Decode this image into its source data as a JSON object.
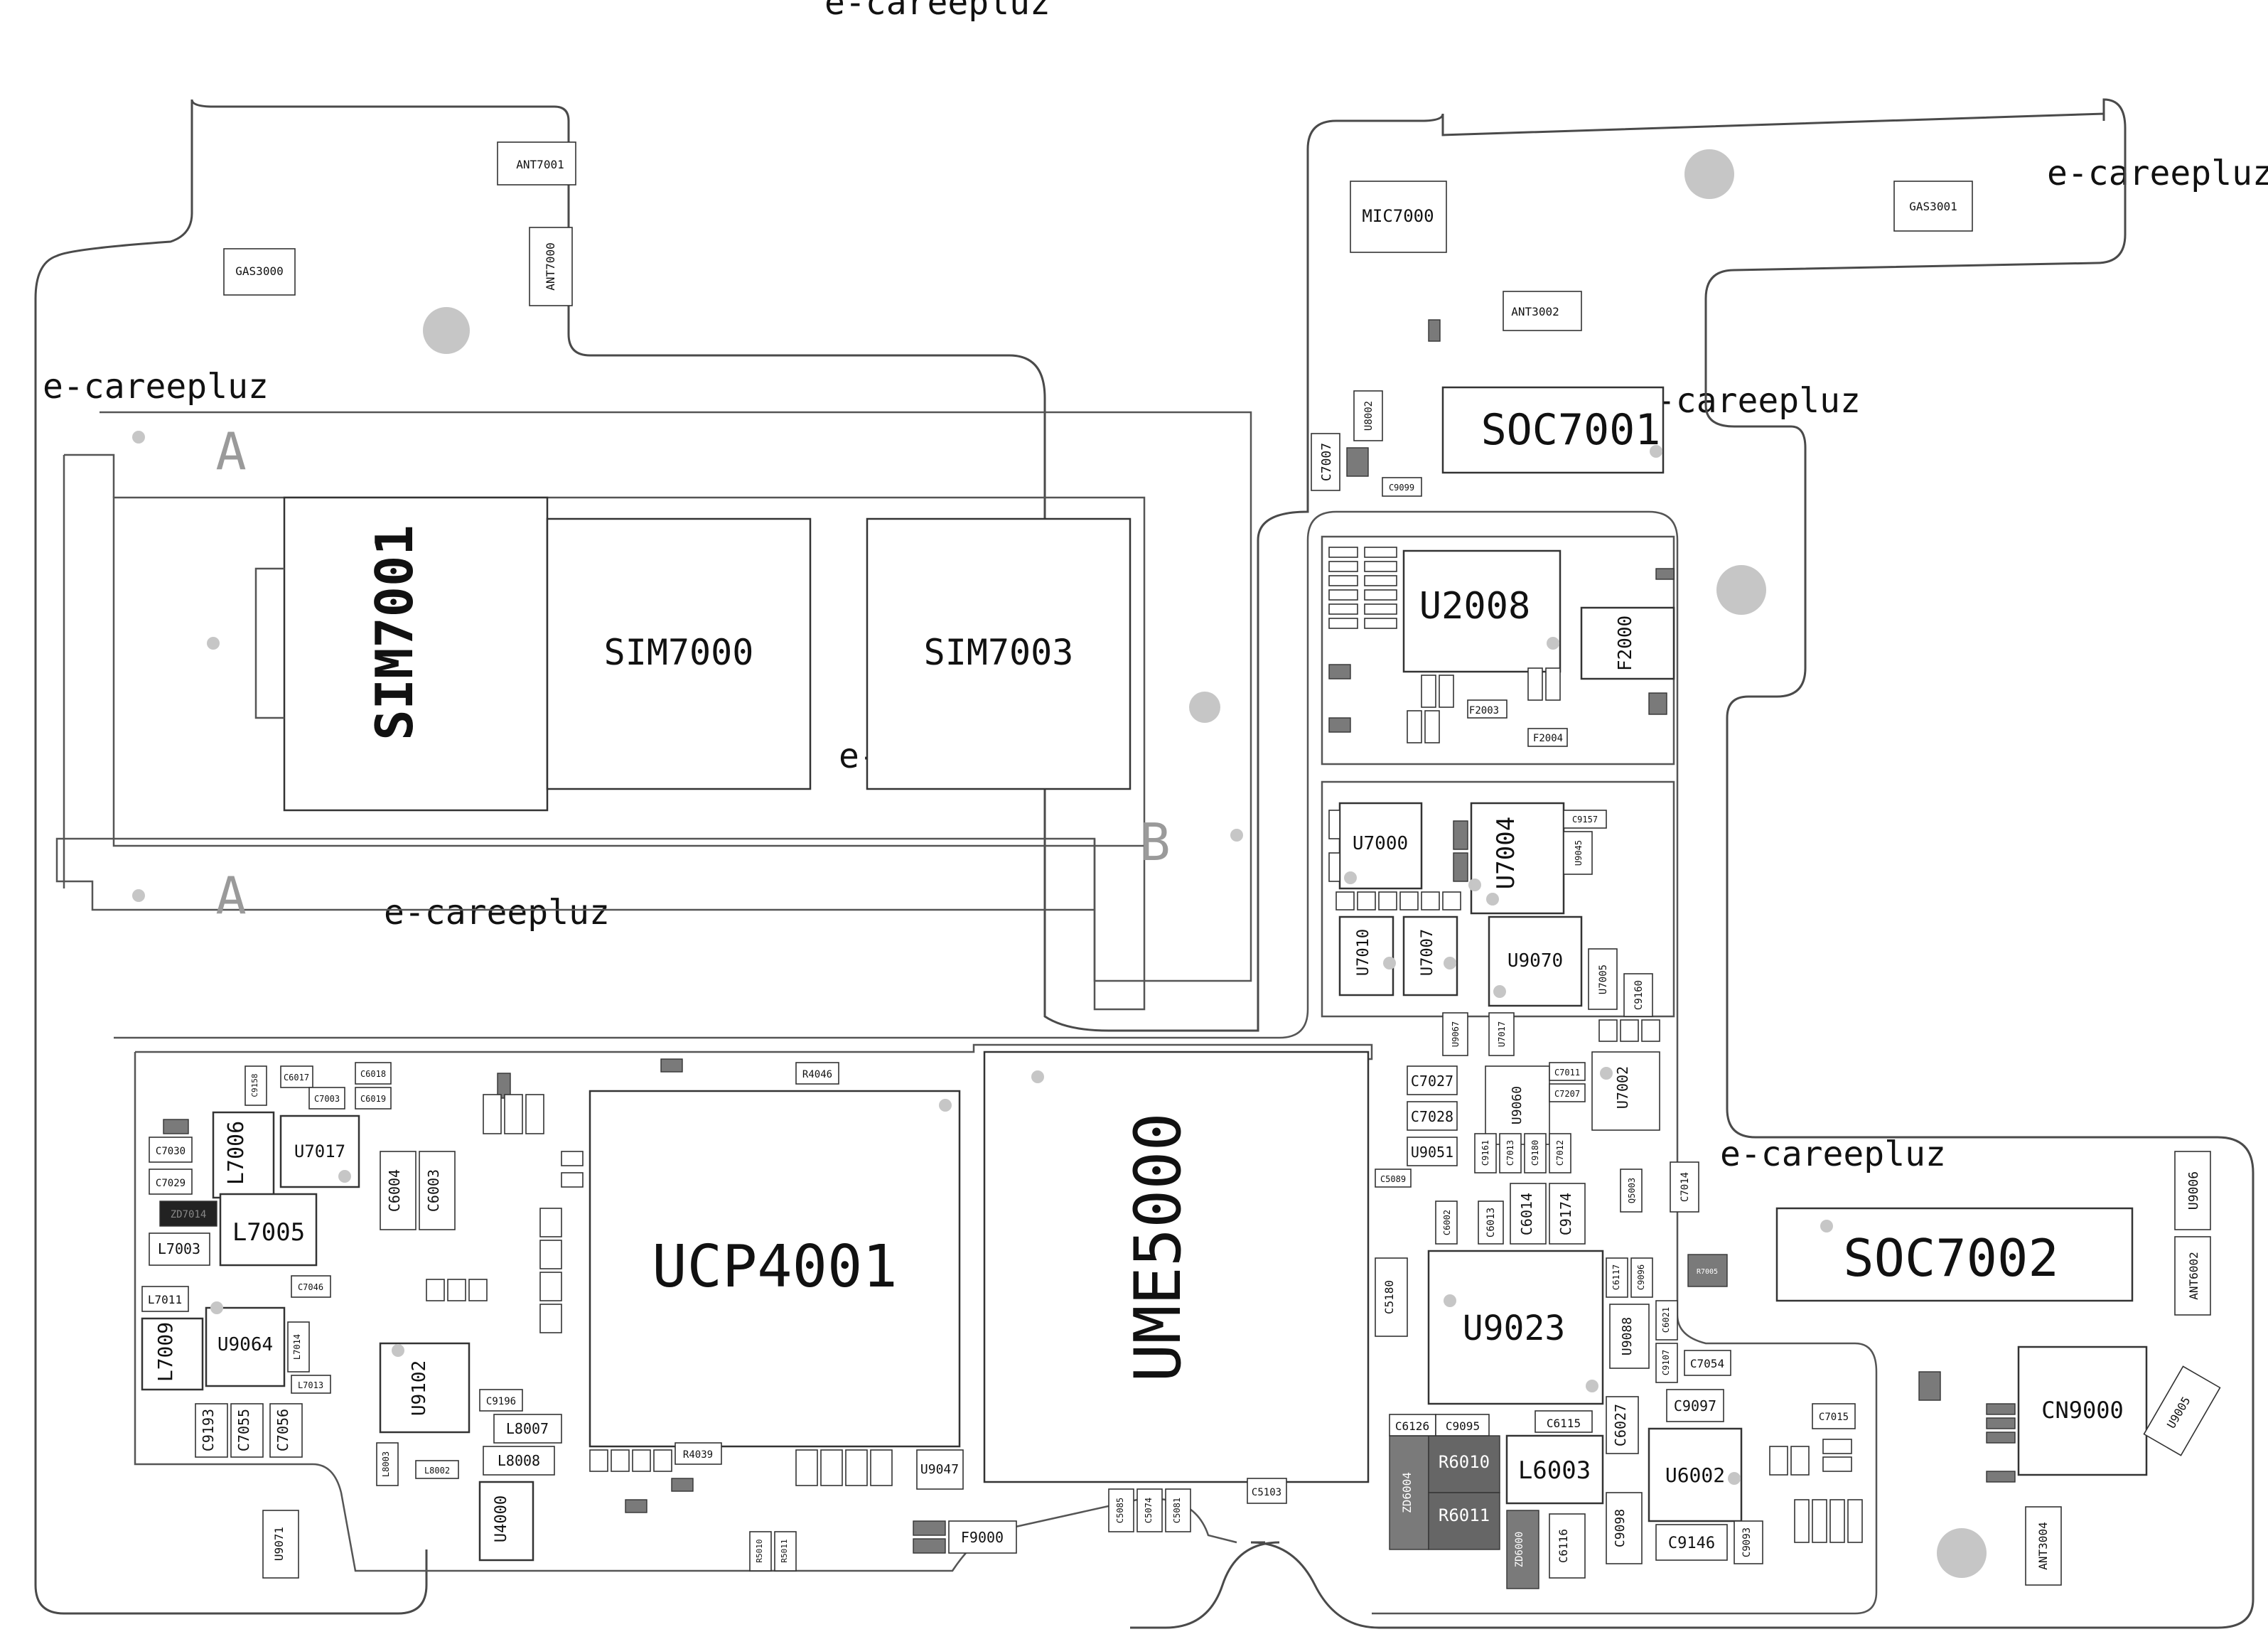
{
  "watermark": "e-careepluz",
  "markers": {
    "a_top": "A",
    "a_bottom": "A",
    "b": "B"
  },
  "components": {
    "sim7001": "SIM7001",
    "sim7000": "SIM7000",
    "sim7003": "SIM7003",
    "ucp4001": "UCP4001",
    "ume5000": "UME5000",
    "soc7001": "SOC7001",
    "soc7002": "SOC7002",
    "u2008": "U2008",
    "u9023": "U9023",
    "cn9000": "CN9000",
    "mic7000": "MIC7000",
    "ant7001": "ANT7001",
    "ant7000": "ANT7000",
    "gas3000": "GAS3000",
    "gas3001": "GAS3001",
    "ant3002": "ANT3002",
    "ant3004": "ANT3004",
    "ant6002": "ANT6002",
    "u9006": "U9006",
    "u9005": "U9005",
    "u9071": "U9071",
    "l7006": "L7006",
    "u7017": "U7017",
    "l7005": "L7005",
    "l7003": "L7003",
    "l7011": "L7011",
    "l7009": "L7009",
    "u9064": "U9064",
    "u9102": "U9102",
    "c9193": "C9193",
    "c7055": "C7055",
    "c7056": "C7056",
    "c6004": "C6004",
    "c6003": "C6003",
    "l8007": "L8007",
    "l8008": "L8008",
    "u4000": "U4000",
    "r4046": "R4046",
    "r4039": "R4039",
    "u9047": "U9047",
    "f9000": "F9000",
    "c5103": "C5103",
    "u7000": "U7000",
    "u7004": "U7004",
    "u7010": "U7010",
    "u7007": "U7007",
    "u9070": "U9070",
    "u9051": "U9051",
    "u9060": "U9060",
    "u7002": "U7002",
    "c7027": "C7027",
    "c7028": "C7028",
    "c6014": "C6014",
    "c9174": "C9174",
    "c7054": "C7054",
    "c9097": "C9097",
    "u9088": "U9088",
    "c6027": "C6027",
    "r6010": "R6010",
    "r6011": "R6011",
    "l6003": "L6003",
    "u6002": "U6002",
    "c9146": "C9146",
    "c9098": "C9098",
    "c6126": "C6126",
    "c9095": "C9095",
    "c6115": "C6115",
    "f2000": "F2000",
    "f2003": "F2003",
    "f2004": "F2004",
    "c7007": "C7007",
    "u8002": "U8002",
    "c9099": "C9099",
    "c7030": "C7030",
    "c7029": "C7029",
    "c6017": "C6017",
    "c6018": "C6018",
    "c6019": "C6019",
    "c7003": "C7003",
    "c9158": "C9158",
    "c7046": "C7046",
    "c9196": "C9196",
    "c5089": "C5089",
    "c7015": "C7015",
    "c5180": "C5180",
    "l8002": "L8002",
    "r5011": "R5011",
    "r5010": "R5010",
    "c9157": "C9157",
    "u9045": "U9045",
    "c9160": "C9160",
    "u7005": "U7005",
    "c7207": "C7207",
    "c7011": "C7011",
    "u9067": "U9067",
    "u7017b": "U7017",
    "c7012": "C7012",
    "u7013": "C7013",
    "c9180": "C9180",
    "c9161": "C9161",
    "c6013": "C6013",
    "c6002": "C6002",
    "q5003": "Q5003",
    "c7014": "C7014",
    "c6117": "C6117",
    "c9096": "C9096",
    "c6021": "C6021",
    "c9107": "C9107",
    "r7005": "R7005",
    "zd6004": "ZD6004",
    "zd6000": "ZD6000",
    "c6116": "C6116",
    "c9093": "C9093",
    "l7013": "L7013",
    "l7014": "L7014",
    "c5074": "C5074",
    "c5081": "C5081",
    "c5085": "C5085",
    "l8003": "L8003",
    "zd7014": "ZD7014"
  }
}
